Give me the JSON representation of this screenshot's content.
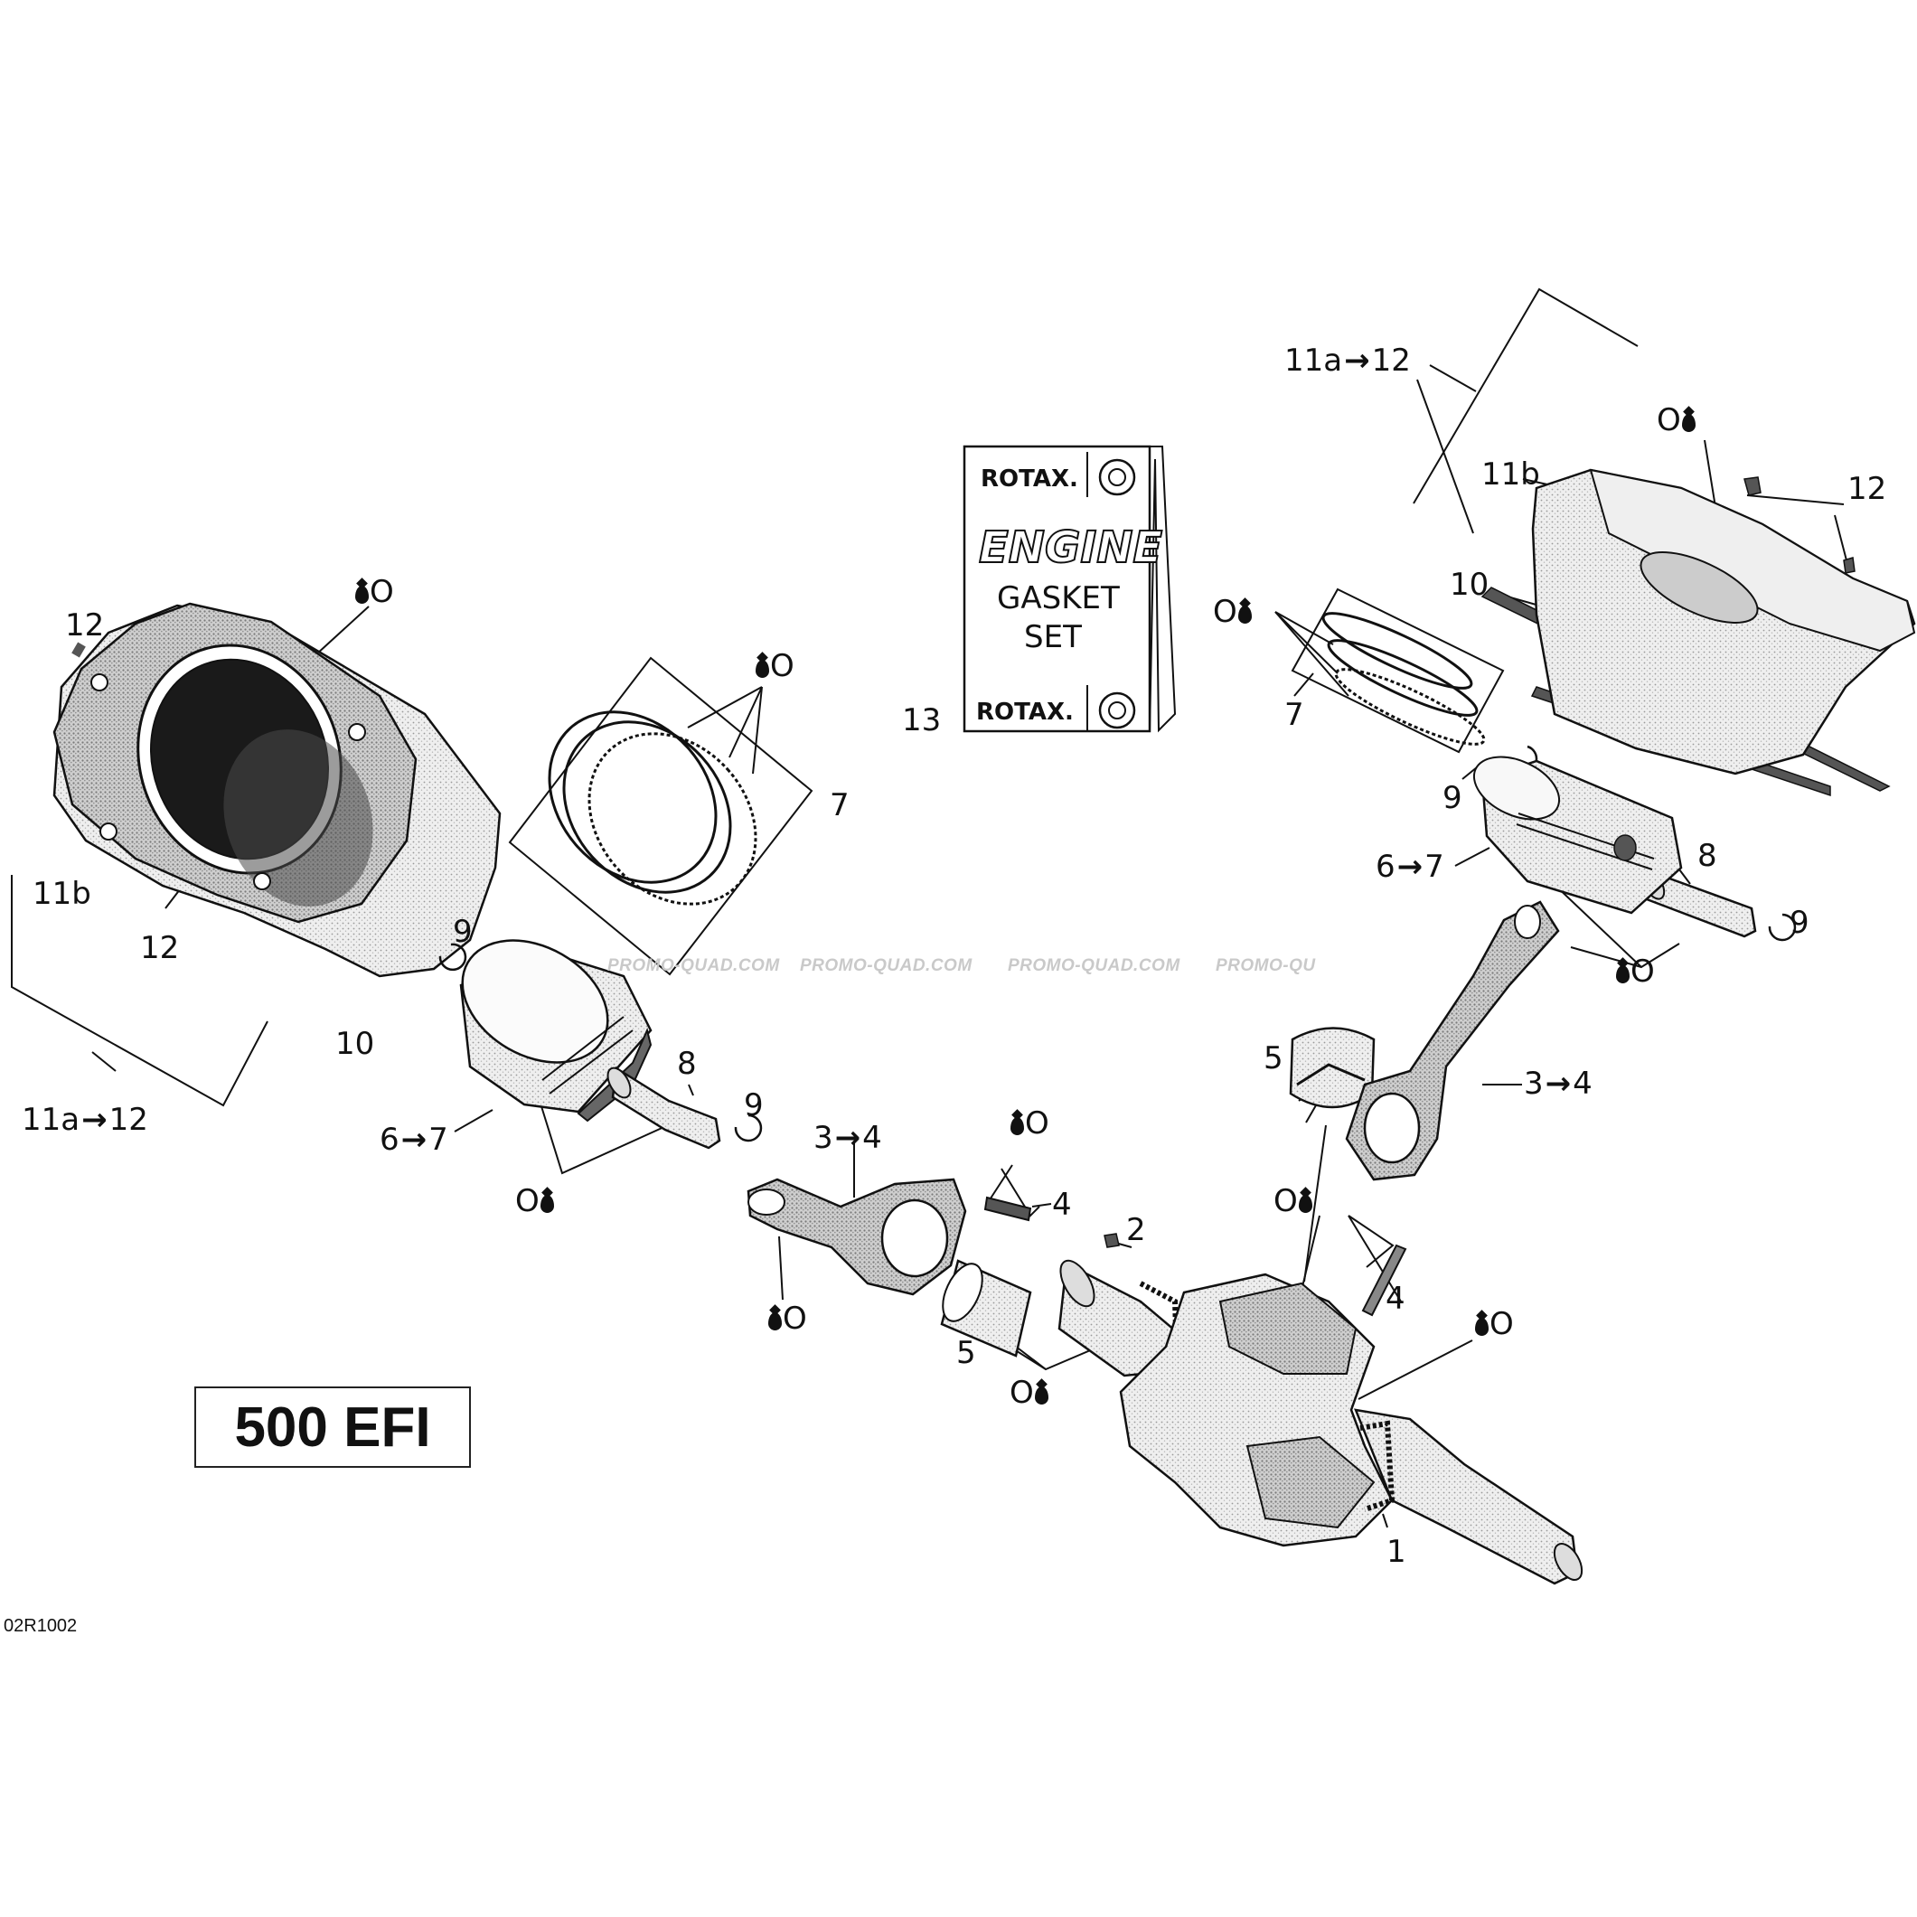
{
  "model_label": "500 EFI",
  "figure_id": "02R1002",
  "watermark_text": "PROMO-QUAD.COM",
  "watermark_partial": "PROMO-QU",
  "gasket_set": {
    "brand": "ROTAX.",
    "line1": "ENGINE",
    "line2": "GASKET",
    "line3": "SET"
  },
  "symbols": {
    "arrow": "→",
    "ring": "O",
    "drop_icon": "oil-drop-icon"
  },
  "callouts": {
    "c11a12_right": {
      "a": "11a",
      "b": "12"
    },
    "c11a12_left": {
      "a": "11a",
      "b": "12"
    },
    "c67_right": {
      "a": "6",
      "b": "7"
    },
    "c67_left": {
      "a": "6",
      "b": "7"
    },
    "c34_right": {
      "a": "3",
      "b": "4"
    },
    "c34_left": {
      "a": "3",
      "b": "4"
    }
  },
  "labels": {
    "l11b_right": "11b",
    "l12_right": "12",
    "l10_right": "10",
    "l7_right": "7",
    "l9_right_top": "9",
    "l8_right": "8",
    "l9_right_bottom": "9",
    "l5_right": "5",
    "l4_right": "4",
    "l1": "1",
    "l13": "13",
    "l12_left_top": "12",
    "l11b_left": "11b",
    "l12_left_bottom": "12",
    "l10_left": "10",
    "l9_left_top": "9",
    "l7_left": "7",
    "l8_left": "8",
    "l9_left_bottom": "9",
    "l4_mid": "4",
    "l2": "2",
    "l5_left": "5"
  },
  "colors": {
    "line": "#111111",
    "part_fill": "#eeeeee",
    "part_dark": "#8d8d8d",
    "watermark": "#c9c9c9"
  }
}
